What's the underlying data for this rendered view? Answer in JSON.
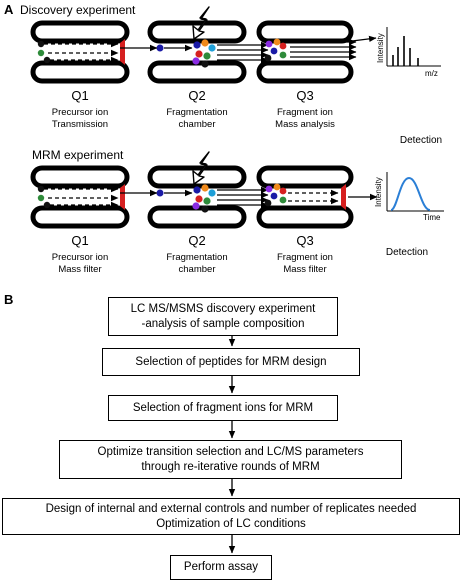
{
  "panel_a": {
    "label": "A",
    "discovery": {
      "title": "Discovery experiment",
      "stages": [
        {
          "name": "Q1",
          "line1": "Precursor ion",
          "line2": "Transmission"
        },
        {
          "name": "Q2",
          "line1": "Fragmentation",
          "line2": "chamber"
        },
        {
          "name": "Q3",
          "line1": "Fragment ion",
          "line2": "Mass analysis"
        }
      ],
      "detector": "Detection",
      "y_axis": "Intensity",
      "x_axis": "m/z"
    },
    "mrm": {
      "title": "MRM experiment",
      "stages": [
        {
          "name": "Q1",
          "line1": "Precursor ion",
          "line2": "Mass filter"
        },
        {
          "name": "Q2",
          "line1": "Fragmentation",
          "line2": "chamber"
        },
        {
          "name": "Q3",
          "line1": "Fragment ion",
          "line2": "Mass filter"
        }
      ],
      "detector": "Detection",
      "y_axis": "Intensity",
      "x_axis": "Time"
    }
  },
  "panel_b": {
    "label": "B",
    "steps": [
      "LC MS/MSMS discovery experiment\n-analysis of sample composition",
      "Selection of peptides for MRM design",
      "Selection of fragment ions for MRM",
      "Optimize transition selection and LC/MS parameters\nthrough re-iterative rounds of MRM",
      "Design of internal and external controls and number of replicates needed\nOptimization of LC conditions",
      "Perform assay"
    ]
  },
  "colors": {
    "ion_blue": "#1a1aa6",
    "ion_green": "#2e8b3a",
    "ion_black": "#111111",
    "ion_red": "#d62020",
    "ion_orange": "#f08a1c",
    "ion_purple": "#8a2be2",
    "ion_cyan": "#1fa0d8",
    "peak_blue": "#2b7fd6"
  }
}
